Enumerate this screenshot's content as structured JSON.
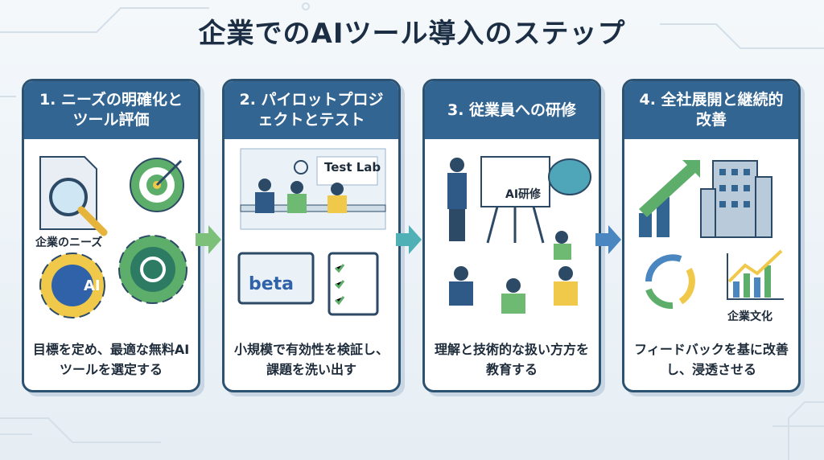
{
  "title": "企業でのAIツール導入のステップ",
  "steps": [
    {
      "heading": "1. ニーズの明確化とツール評価",
      "label": "企業のニーズ",
      "badge": "AI",
      "description": "目標を定め、最適な無料AIツールを選定する"
    },
    {
      "heading": "2. パイロットプロジェクトとテスト",
      "sign": "Test Lab",
      "screen": "beta",
      "description": "小規模で有効性を検証し、課題を洗い出す"
    },
    {
      "heading": "3. 従業員への研修",
      "board": "AI研修",
      "description": "理解と技術的な扱い方方を教育する"
    },
    {
      "heading": "4. 全社展開と継続的改善",
      "label": "企業文化",
      "description": "フィードバックを基に改善し、浸透させる"
    }
  ],
  "colors": {
    "header": "#336592",
    "arrow1": "#7cc079",
    "arrow2": "#4fb0b6",
    "arrow3": "#4a86c0"
  }
}
